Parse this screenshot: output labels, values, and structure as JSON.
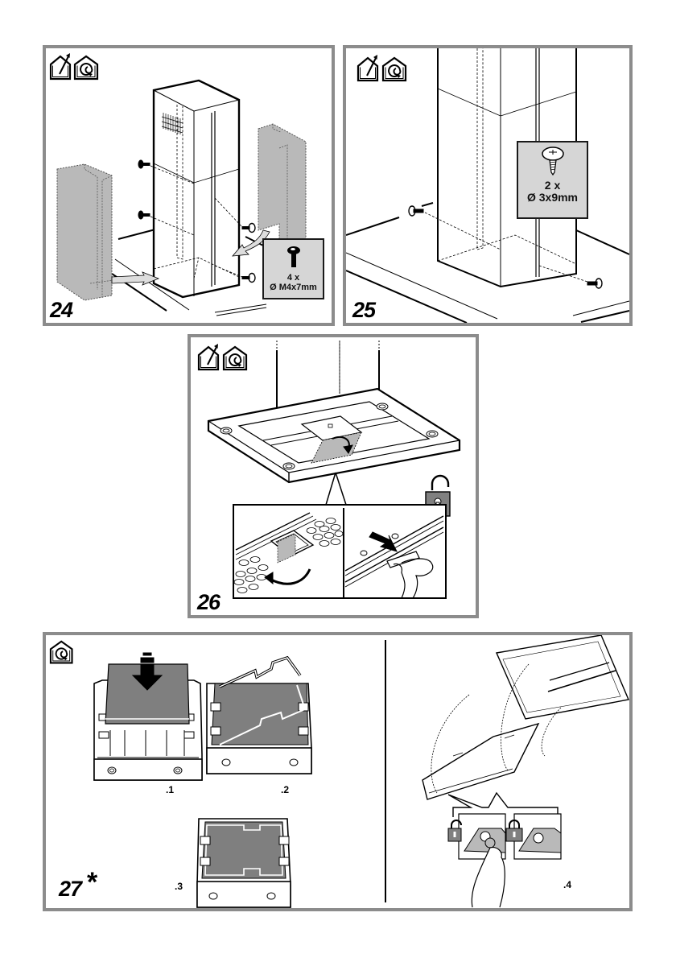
{
  "document": {
    "type": "installation-instructions-page",
    "colors": {
      "frame_border": "#8c8c8c",
      "part_gray": "#b9b9b9",
      "filter_gray": "#7f7f7f",
      "box_fill": "#d6d6d6",
      "lock_fill": "#808080",
      "line": "#000000"
    }
  },
  "steps": [
    {
      "number": "24",
      "icons": [
        "extraction-mode-icon",
        "recirculation-mode-icon"
      ],
      "hardware": {
        "quantity": "4 x",
        "size": "Ø M4x7mm"
      }
    },
    {
      "number": "25",
      "icons": [
        "extraction-mode-icon",
        "recirculation-mode-icon"
      ],
      "hardware": {
        "quantity": "2 x",
        "size": "Ø 3x9mm"
      }
    },
    {
      "number": "26",
      "icons": [
        "extraction-mode-icon",
        "recirculation-mode-icon",
        "unlock-icon"
      ]
    },
    {
      "number": "27",
      "marker": "*",
      "icons": [
        "recirculation-mode-icon",
        "unlock-icon",
        "lock-icon"
      ],
      "sub_steps": [
        ".1",
        ".2",
        ".3",
        ".4"
      ]
    }
  ]
}
